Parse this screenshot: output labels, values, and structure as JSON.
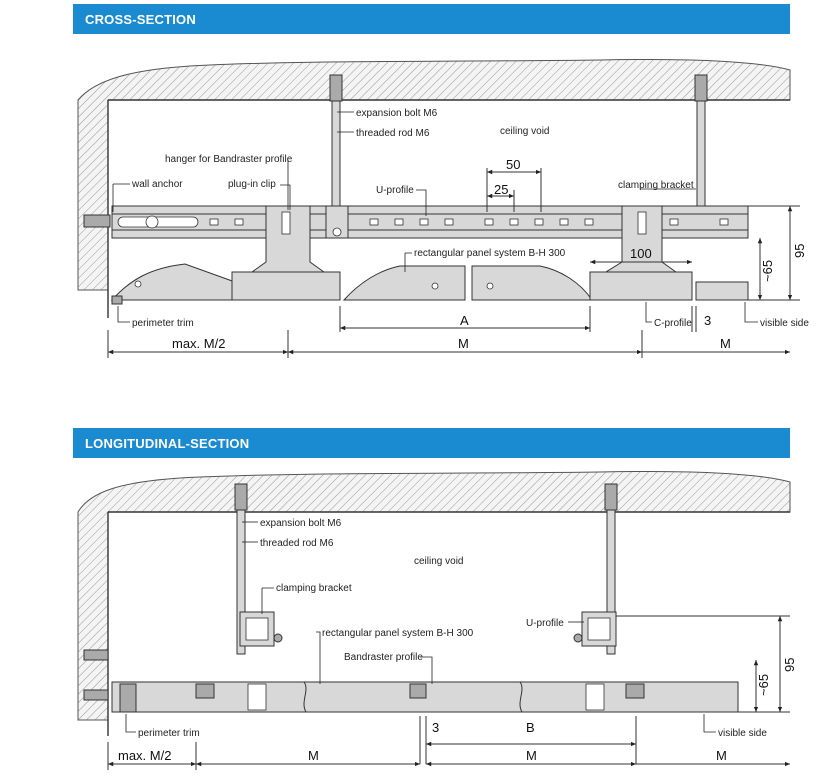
{
  "cross": {
    "title": "CROSS-SECTION",
    "labels": {
      "expansion_bolt": "expansion bolt M6",
      "threaded_rod": "threaded rod M6",
      "ceiling_void": "ceiling void",
      "hanger": "hanger for Bandraster profile",
      "wall_anchor": "wall anchor",
      "plug_in_clip": "plug-in clip",
      "u_profile": "U-profile",
      "clamping_bracket": "clamping bracket",
      "panel_system": "rectangular panel system B-H 300",
      "perimeter_trim": "perimeter trim",
      "c_profile": "C-profile",
      "visible_side": "visible side"
    },
    "dims": {
      "d50": "50",
      "d25": "25",
      "d100": "100",
      "d95": "95",
      "d65": "~65",
      "dA": "A",
      "d3": "3",
      "maxM2": "max. M/2",
      "M1": "M",
      "M2": "M"
    }
  },
  "longitudinal": {
    "title": "LONGITUDINAL-SECTION",
    "labels": {
      "expansion_bolt": "expansion bolt M6",
      "threaded_rod": "threaded rod M6",
      "ceiling_void": "ceiling void",
      "clamping_bracket": "clamping bracket",
      "panel_system": "rectangular panel system B-H 300",
      "u_profile": "U-profile",
      "bandraster_profile": "Bandraster profile",
      "perimeter_trim": "perimeter trim",
      "visible_side": "visible side"
    },
    "dims": {
      "d95": "95",
      "d65": "~65",
      "d3": "3",
      "dB": "B",
      "maxM2": "max. M/2",
      "M1": "M",
      "M2": "M",
      "M3": "M"
    }
  }
}
